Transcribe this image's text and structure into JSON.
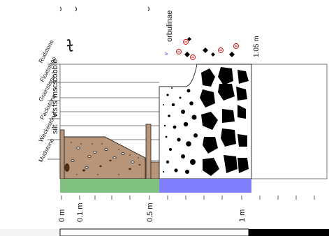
{
  "texture_classes": [
    "Mudstone",
    "Wackestone",
    "Packstone",
    "Grainstone",
    "Floatstone",
    "Rudstone"
  ],
  "grain_scale": [
    "silt",
    "vfs",
    "fs",
    "ms",
    "cs",
    "cobble"
  ],
  "fossil_label": "orbulinae",
  "thickness_label": "1.05 m",
  "depth_ticks": [
    "0 m",
    "0.1 m",
    "0.5 m",
    "1 m"
  ],
  "fill_colors": {
    "mudstone_unit": "#b89478",
    "bar_lower": "#80c080",
    "bar_upper": "#8080ff"
  }
}
